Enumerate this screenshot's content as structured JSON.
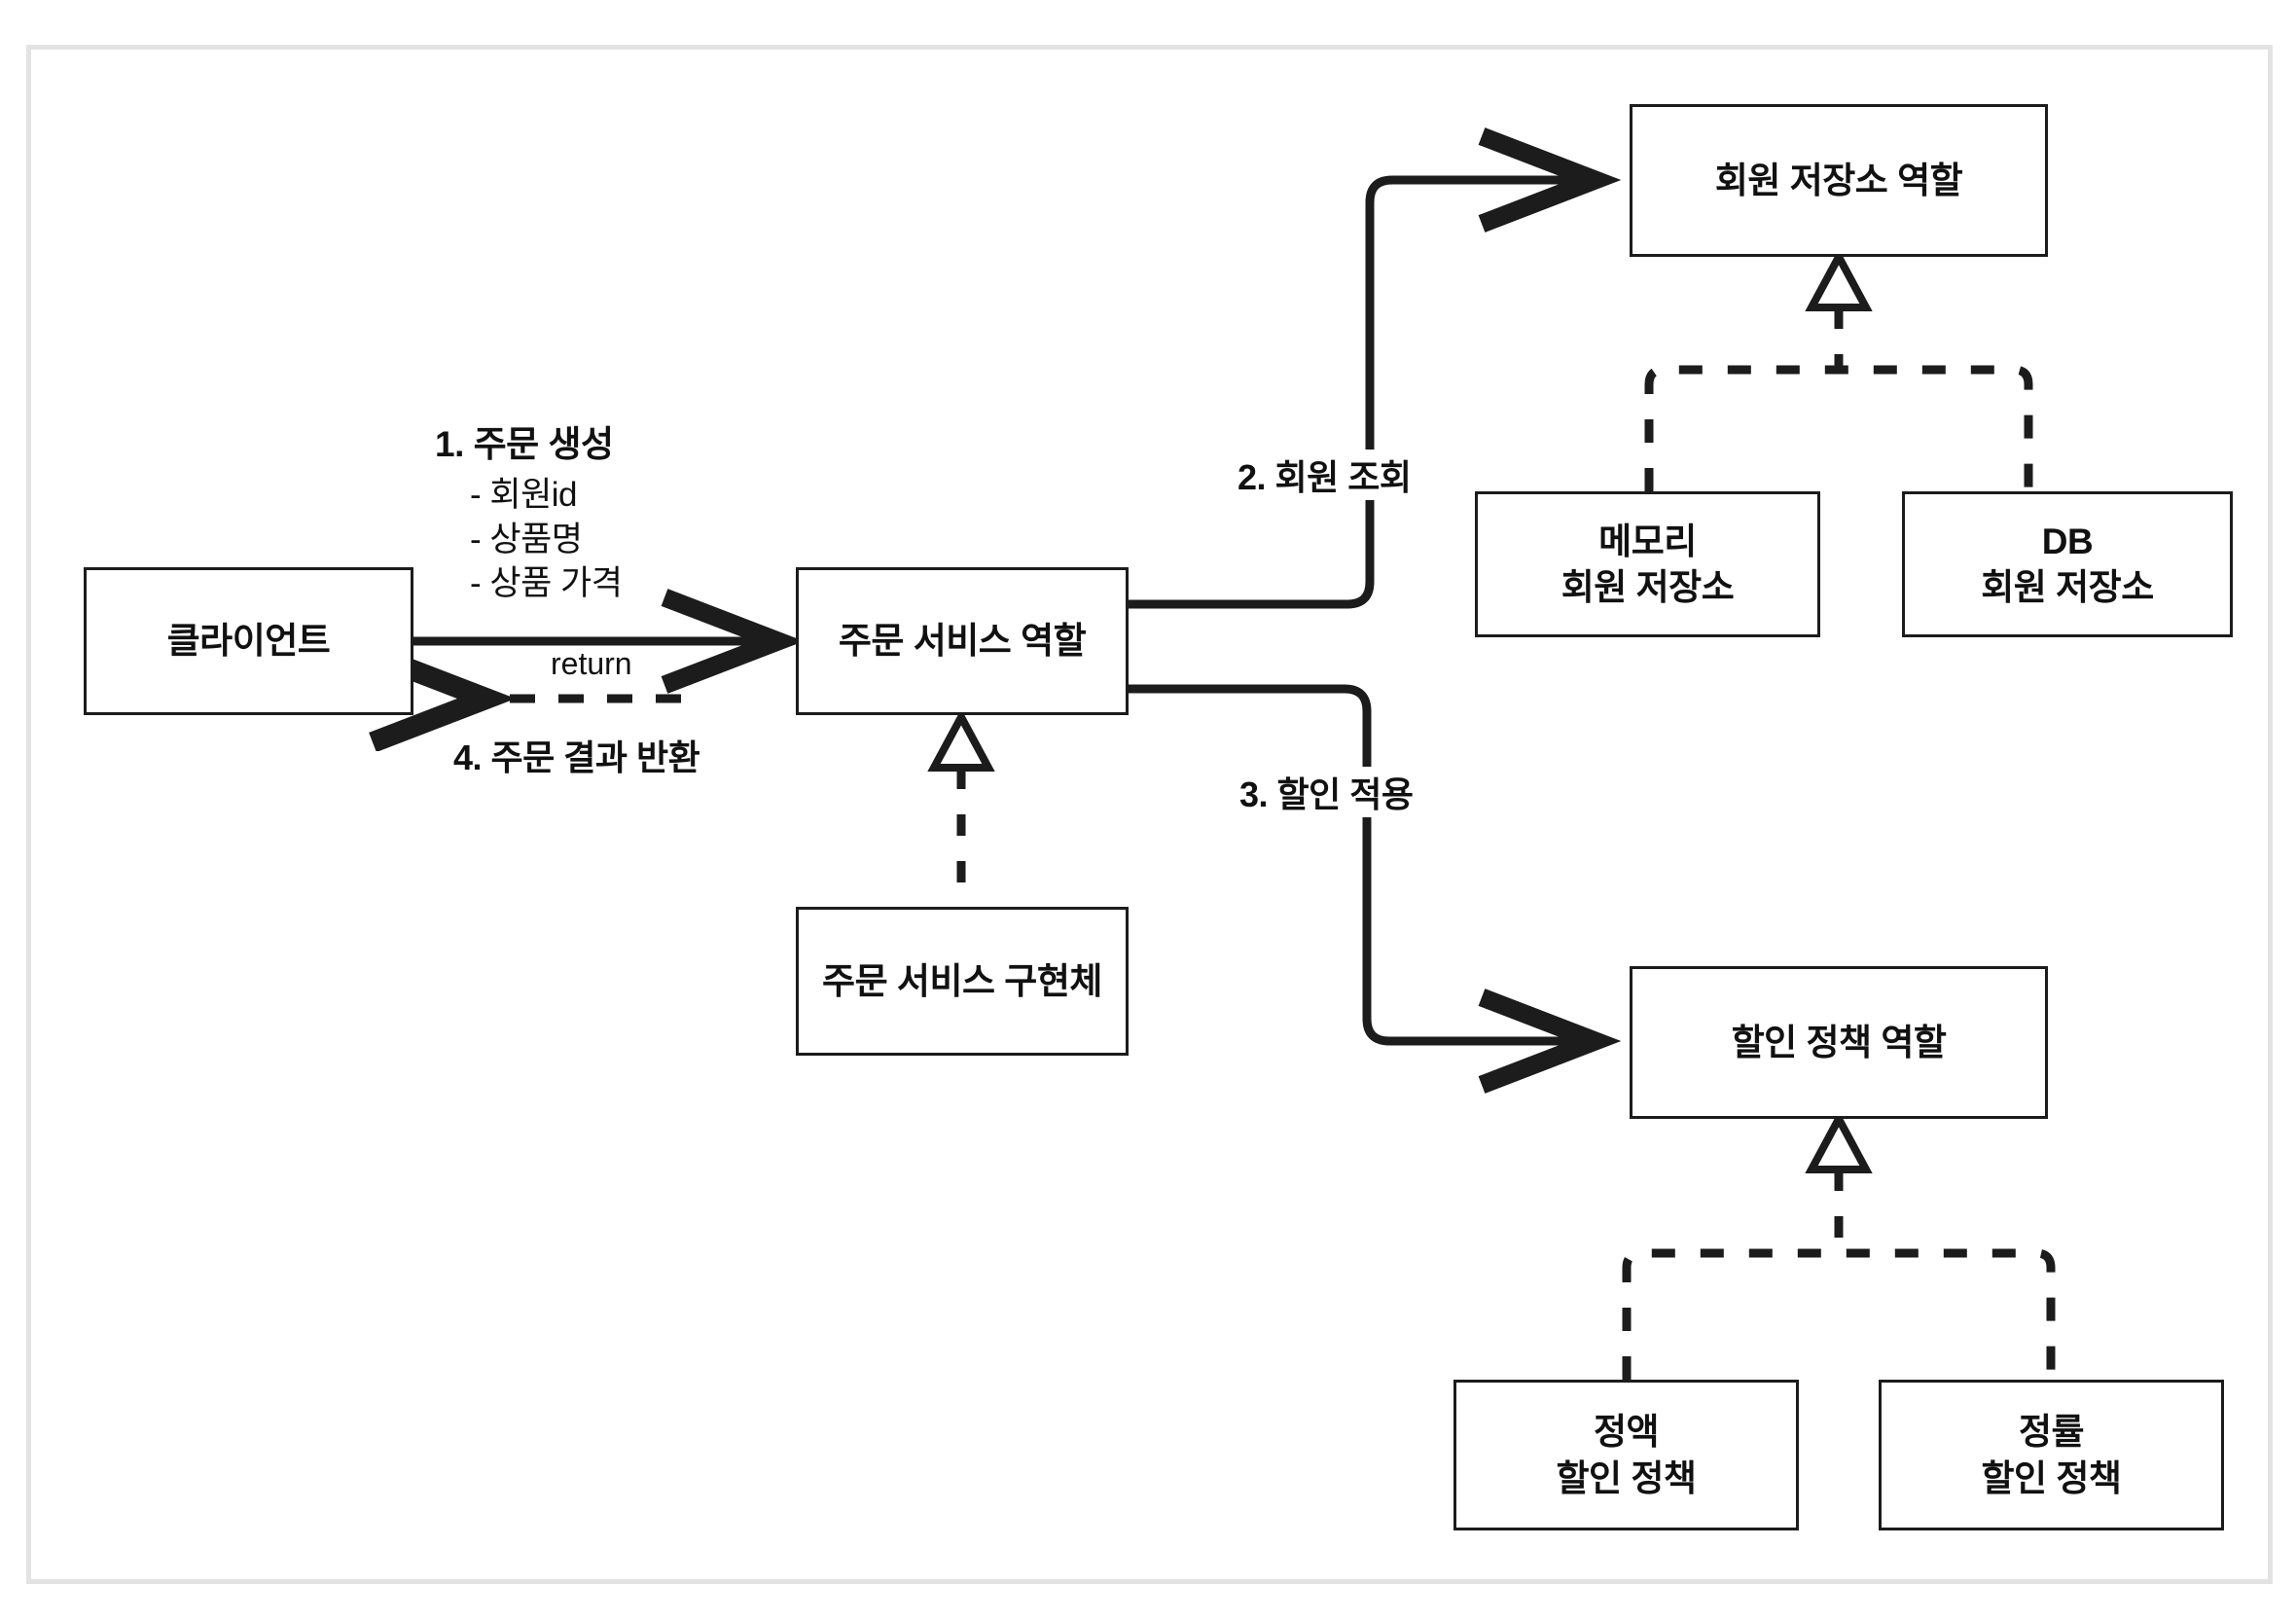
{
  "diagram": {
    "type": "uml-role-diagram",
    "background_color": "#ffffff",
    "frame_color": "#e3e3e3",
    "stroke_color": "#1c1c1c",
    "nodes": [
      {
        "id": "client",
        "label": "클라이언트"
      },
      {
        "id": "order-service-role",
        "label": "주문 서비스 역할"
      },
      {
        "id": "order-service-impl",
        "label": "주문 서비스 구현체"
      },
      {
        "id": "member-repo-role",
        "label": "회원 저장소 역할"
      },
      {
        "id": "memory-member-repo",
        "label": "메모리\n회원 저장소"
      },
      {
        "id": "db-member-repo",
        "label": "DB\n회원 저장소"
      },
      {
        "id": "discount-policy-role",
        "label": "할인 정책 역할"
      },
      {
        "id": "fix-discount-policy",
        "label": "정액\n할인 정책"
      },
      {
        "id": "rate-discount-policy",
        "label": "정률\n할인 정책"
      }
    ],
    "edge_labels": {
      "order_create_title": "1. 주문 생성",
      "order_create_items": [
        "- 회원id",
        "- 상품명",
        "- 상품 가격"
      ],
      "member_lookup": "2. 회원 조회",
      "discount_apply": "3. 할인 적용",
      "return_keyword": "return",
      "order_result_return": "4. 주문 결과 반환"
    }
  }
}
